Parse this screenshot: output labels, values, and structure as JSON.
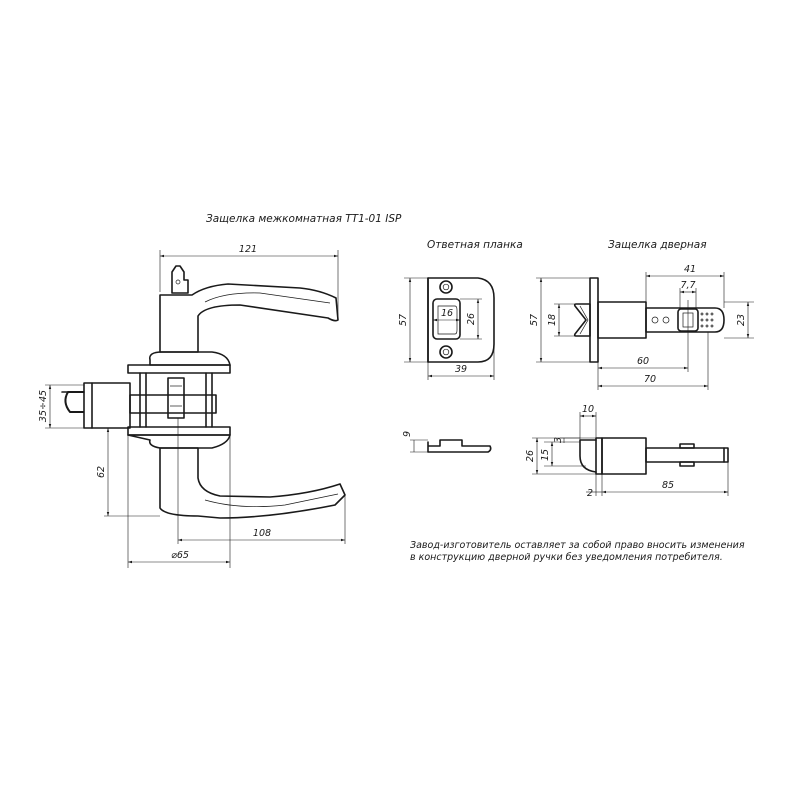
{
  "title": "Защелка межкомнатная TT1-01 ISP",
  "strike_plate_title": "Ответная планка",
  "latch_title": "Защелка дверная",
  "note_line1": "Завод-изготовитель оставляет за собой право вносить изменения",
  "note_line2": "в конструкцию дверной ручки без уведомления потребителя.",
  "handle_dims": {
    "width": "121",
    "thickness": "35÷45",
    "height": "62",
    "lever": "108",
    "rosette": "⌀65"
  },
  "plate_dims": {
    "height": "57",
    "slot_width": "16",
    "slot_height": "26",
    "width": "39",
    "thickness": "9"
  },
  "latch_dims": {
    "body_width": "41",
    "slot": "7,7",
    "face_height": "57",
    "bolt_height": "18",
    "body_height": "23",
    "backset": "60",
    "length": "70",
    "bolt_proj": "10",
    "face_w": "26",
    "b15": "15",
    "b3": "3",
    "face_t": "2",
    "total": "85"
  },
  "colors": {
    "line": "#1a1a1a",
    "background": "#ffffff"
  }
}
